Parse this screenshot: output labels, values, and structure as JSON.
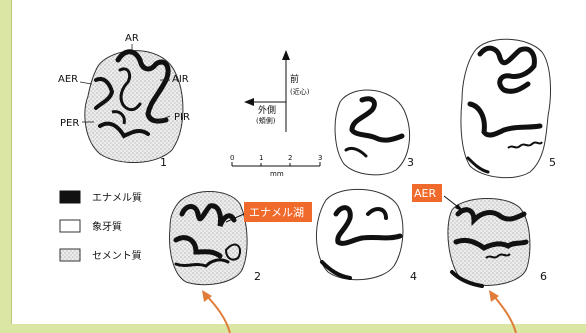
{
  "labels": {
    "ar": "AR",
    "aer": "AER",
    "air": "AIR",
    "per": "PER",
    "pir": "PIR"
  },
  "directions": {
    "front": "前",
    "front_sub": "(近心)",
    "outside": "外側",
    "outside_sub": "(頬側)"
  },
  "scale": {
    "ticks": [
      "0",
      "1",
      "2",
      "3"
    ],
    "unit": "mm"
  },
  "legend": [
    {
      "label": "エナメル質"
    },
    {
      "label": "象牙質"
    },
    {
      "label": "セメント質"
    }
  ],
  "figure_numbers": [
    "1",
    "2",
    "3",
    "4",
    "5",
    "6"
  ],
  "callouts": {
    "enamel_lake": "エナメル湖",
    "aer": "AER"
  },
  "colors": {
    "frame": "#dbe6a4",
    "callout": "#f06a2c",
    "arrow": "#e07b39"
  }
}
